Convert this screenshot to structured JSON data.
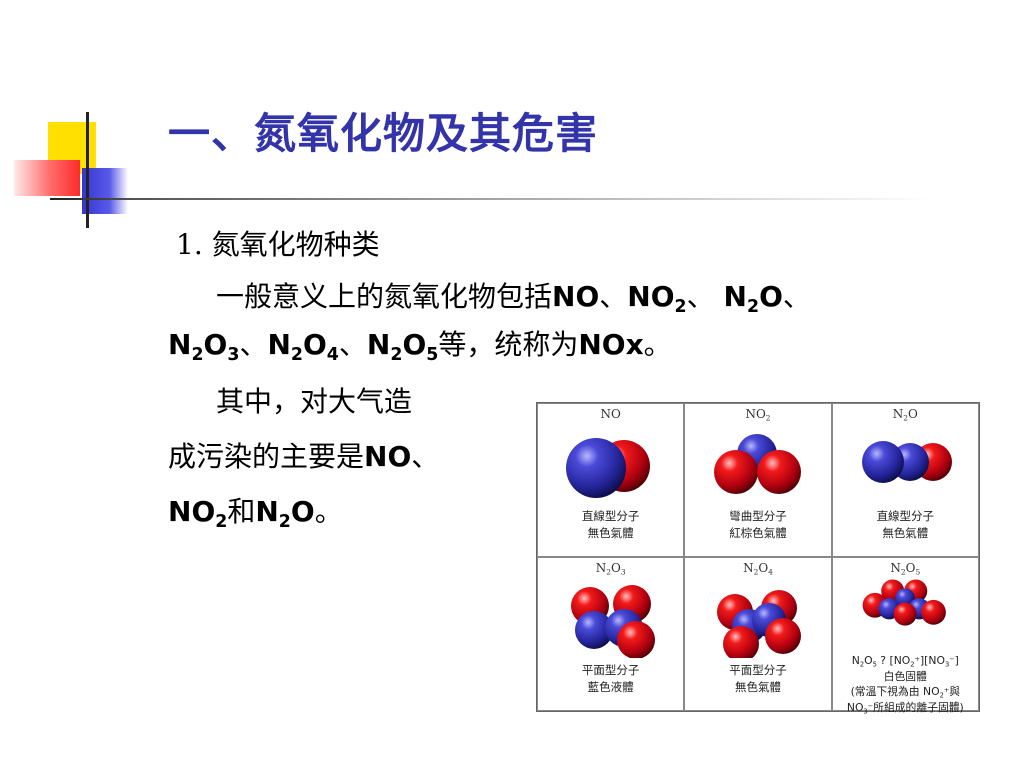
{
  "title": "一、氮氧化物及其危害",
  "subtitle": "1. 氮氧化物种类",
  "paragraph1": {
    "lead": "一般意义上的氮氧化物包括",
    "formulas": [
      "NO",
      "NO2",
      "N2O",
      "N2O3",
      "N2O4",
      "N2O5"
    ],
    "sep": "、",
    "tail": "等，统称为",
    "collective": "NOx",
    "end": "。"
  },
  "paragraph2": {
    "line1": "其中，对大气造",
    "line2_lead": "成污染的主要是",
    "line2_formula": "NO",
    "line2_sep": "、",
    "line3_f1": "NO2",
    "line3_join": "和",
    "line3_f2": "N2O",
    "line3_end": "。"
  },
  "molecules": [
    {
      "formula": "NO",
      "shape": "直線型分子",
      "state": "無色氣體"
    },
    {
      "formula": "NO2",
      "shape": "彎曲型分子",
      "state": "紅棕色氣體"
    },
    {
      "formula": "N2O",
      "shape": "直線型分子",
      "state": "無色氣體"
    },
    {
      "formula": "N2O3",
      "shape": "平面型分子",
      "state": "藍色液體"
    },
    {
      "formula": "N2O4",
      "shape": "平面型分子",
      "state": "無色氣體"
    },
    {
      "formula": "N2O5",
      "note1": "N2O5 ? [NO2+][NO3-]",
      "state": "白色固體",
      "note2": "(常溫下視為由 NO2+與",
      "note3": "NO3-所組成的離子固體)"
    }
  ],
  "colors": {
    "title": "#3333aa",
    "nitrogen": "#2a2aa8",
    "oxygen": "#d00010",
    "deco_yellow": "#ffe000",
    "deco_blue": "#3535d0",
    "deco_red": "#ff2a2a"
  }
}
